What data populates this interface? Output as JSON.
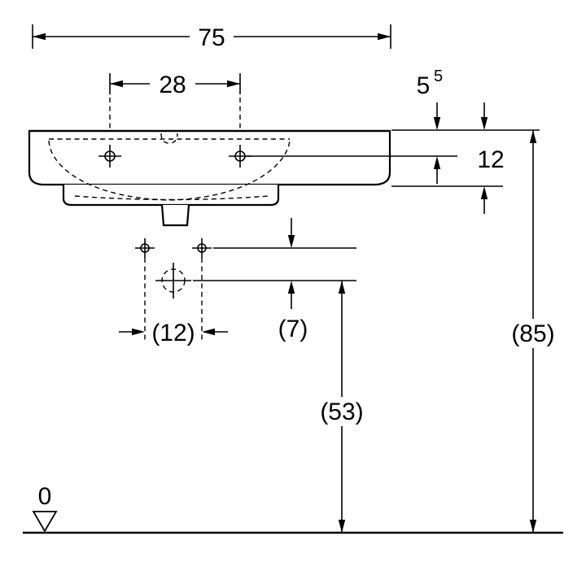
{
  "drawing": {
    "kind": "washbasin-technical-dimension-drawing",
    "line_color": "#000000",
    "background": "#ffffff"
  },
  "dims": {
    "overall_width": {
      "label": "75"
    },
    "tap_hole_spacing": {
      "label": "28"
    },
    "rim_to_tap_holes": {
      "value": "5",
      "sup": "5"
    },
    "apron_height": {
      "label": "12"
    },
    "fixing_hole_spacing": {
      "label": "(12)"
    },
    "fixing_to_trap": {
      "label": "(7)"
    },
    "trap_height": {
      "label": "(53)"
    },
    "rim_height": {
      "label": "(85)"
    },
    "datum_level": {
      "label": "0"
    }
  }
}
